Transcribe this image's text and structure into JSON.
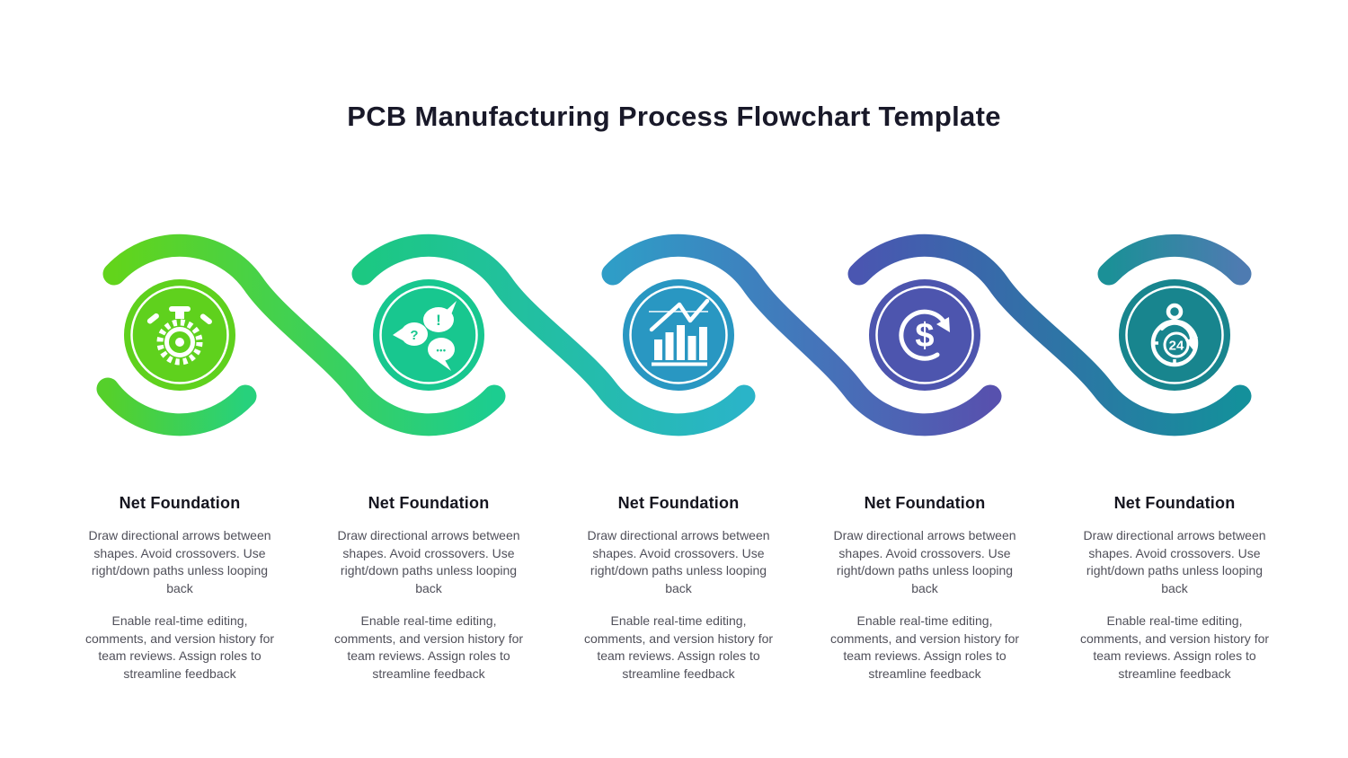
{
  "title": "PCB Manufacturing Process Flowchart Template",
  "steps": [
    {
      "heading": "Net Foundation",
      "para1": "Draw directional arrows between shapes. Avoid crossovers. Use right/down paths unless looping back",
      "para2": "Enable real-time editing, comments, and version history for team reviews. Assign roles to streamline feedback",
      "icon": "stopwatch-gear-icon",
      "color": "#5fd11d"
    },
    {
      "heading": "Net Foundation",
      "para1": "Draw directional arrows between shapes. Avoid crossovers. Use right/down paths unless looping back",
      "para2": "Enable real-time editing, comments, and version history for team reviews. Assign roles to streamline feedback",
      "icon": "chat-bubbles-icon",
      "color": "#18c78f",
      "icon_glyphs": {
        "question": "?",
        "exclamation": "!",
        "ellipsis": "•••"
      }
    },
    {
      "heading": "Net Foundation",
      "para1": "Draw directional arrows between shapes. Avoid crossovers. Use right/down paths unless looping back",
      "para2": "Enable real-time editing, comments, and version history for team reviews. Assign roles to streamline feedback",
      "icon": "bar-chart-trend-icon",
      "color": "#2997c2"
    },
    {
      "heading": "Net Foundation",
      "para1": "Draw directional arrows between shapes. Avoid crossovers. Use right/down paths unless looping back",
      "para2": "Enable real-time editing, comments, and version history for team reviews. Assign roles to streamline feedback",
      "icon": "dollar-refresh-icon",
      "color": "#4d55ae",
      "icon_glyph": "$"
    },
    {
      "heading": "Net Foundation",
      "para1": "Draw directional arrows between shapes. Avoid crossovers. Use right/down paths unless looping back",
      "para2": "Enable real-time editing, comments, and version history for team reviews. Assign roles to streamline feedback",
      "icon": "watch-24h-icon",
      "color": "#18858e",
      "icon_badge": "24"
    }
  ],
  "wave": {
    "segments": [
      {
        "name": "tail-under-step-1",
        "from": "#55d02b",
        "to": "#27d17c"
      },
      {
        "name": "stroke-step-1-to-2",
        "from": "#62d41b",
        "to": "#1ccd90"
      },
      {
        "name": "stroke-step-2-to-3",
        "from": "#1cc882",
        "to": "#2ab4c8"
      },
      {
        "name": "stroke-step-3-to-4",
        "from": "#2f9dc7",
        "to": "#5751ae"
      },
      {
        "name": "stroke-step-4-to-5",
        "from": "#4a56b1",
        "to": "#14909b"
      },
      {
        "name": "cap-over-step-5",
        "from": "#1b9097",
        "to": "#4e7bb1"
      }
    ]
  },
  "text_colors": {
    "title": "#191929",
    "heading": "#15151f",
    "body": "#50505a"
  }
}
